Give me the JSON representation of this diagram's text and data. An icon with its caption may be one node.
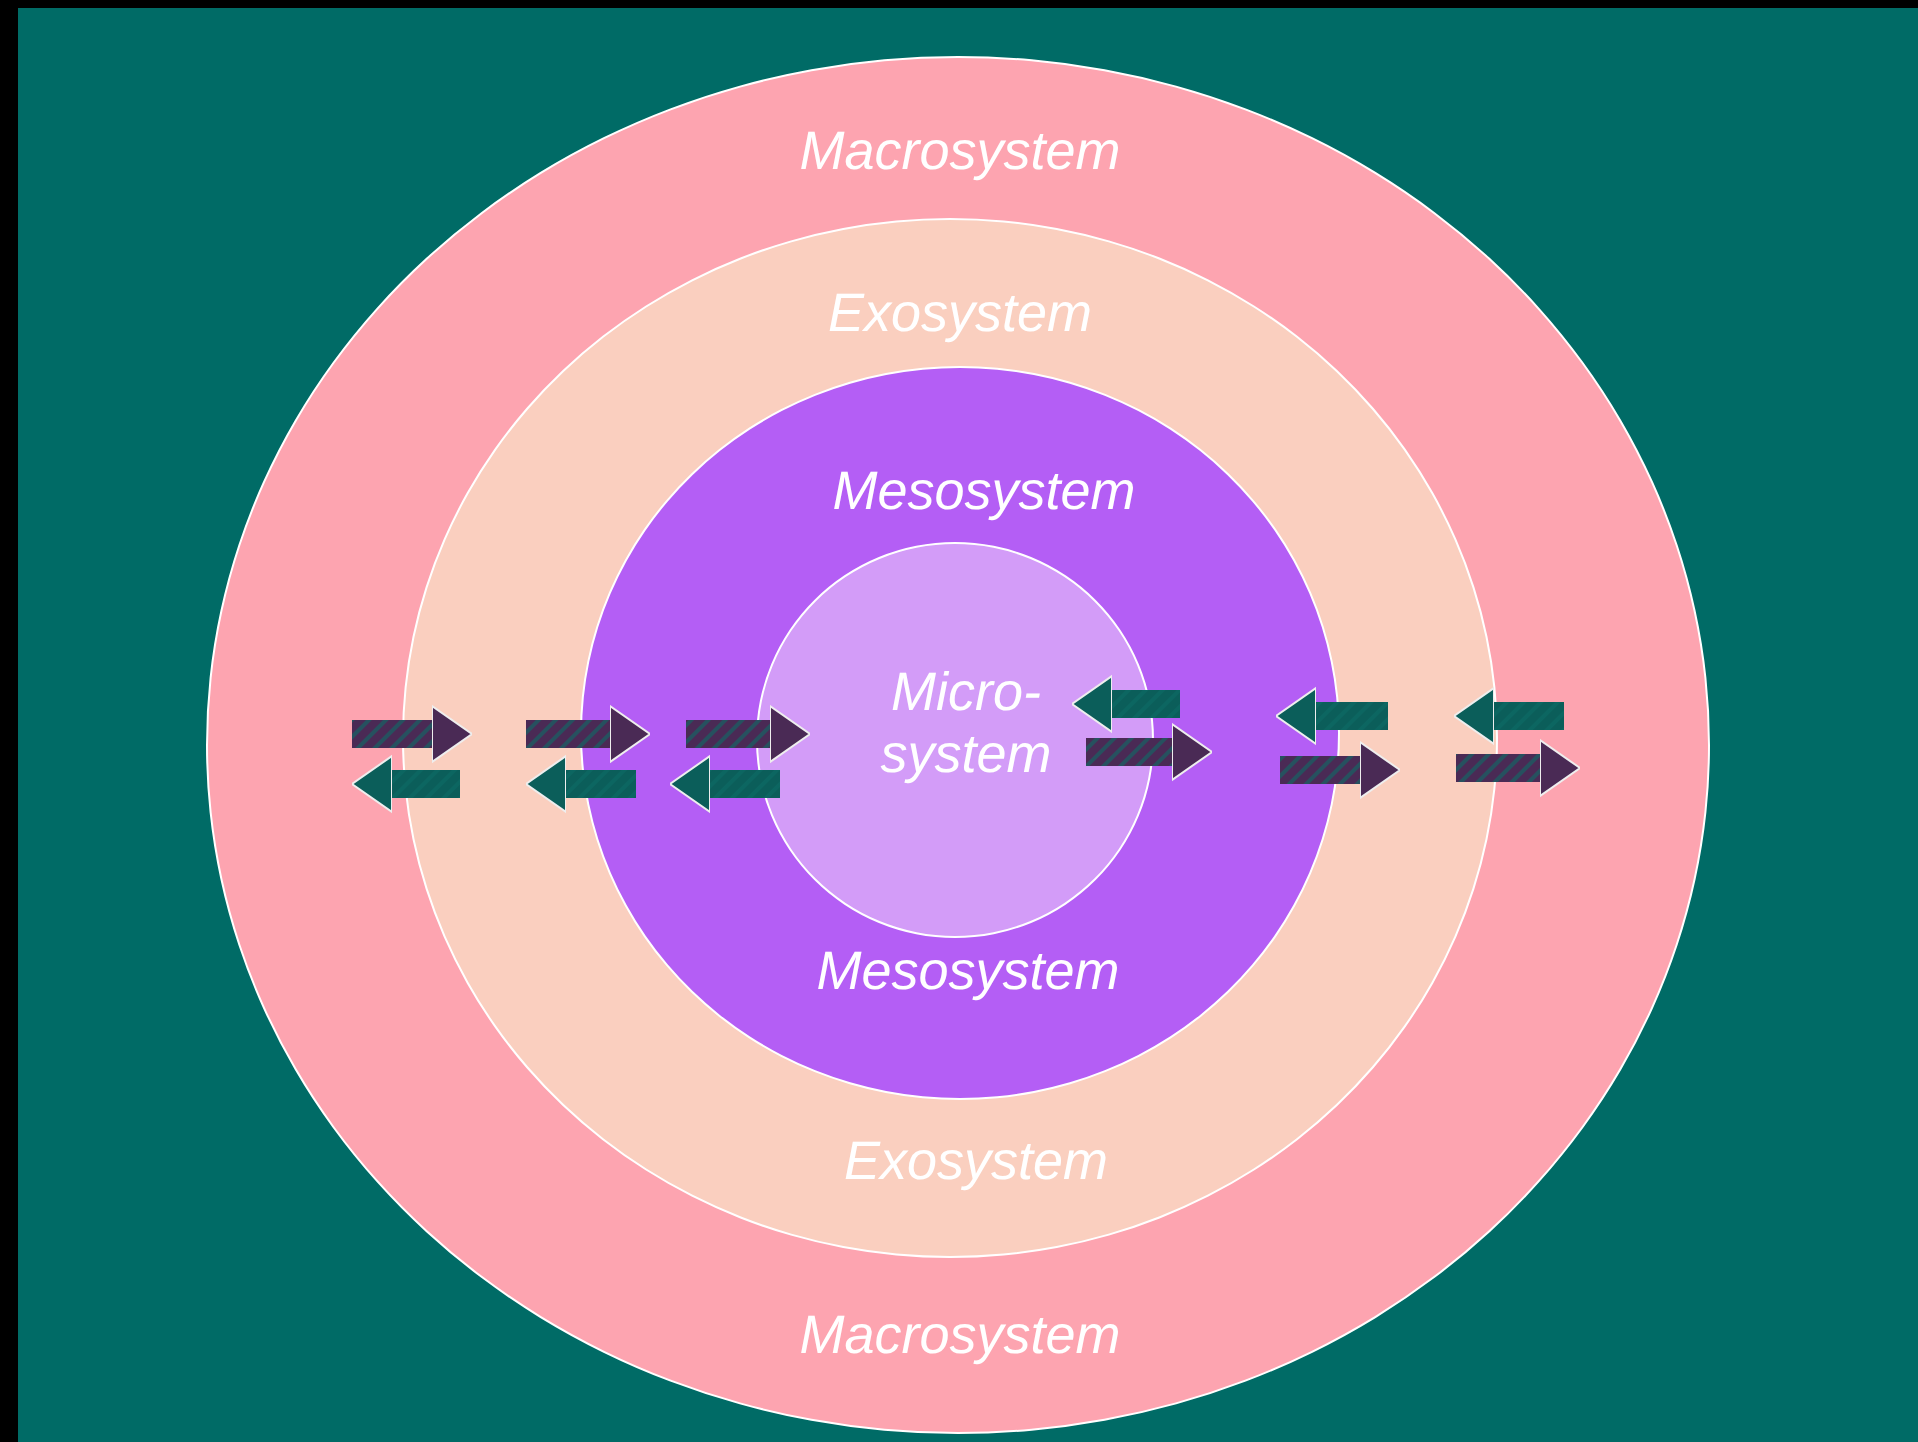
{
  "diagram": {
    "nodes": [
      {
        "text": [
          "Macrosystem",
          "Macrosystem"
        ]
      },
      {
        "text": [
          "Exosystem",
          "Exosystem"
        ],
        "in": 0
      },
      {
        "text": [
          "Mesosystem",
          "Mesosystem"
        ],
        "in": 1
      },
      {
        "text": [
          "Micro- system"
        ],
        "in": 2
      }
    ]
  }
}
